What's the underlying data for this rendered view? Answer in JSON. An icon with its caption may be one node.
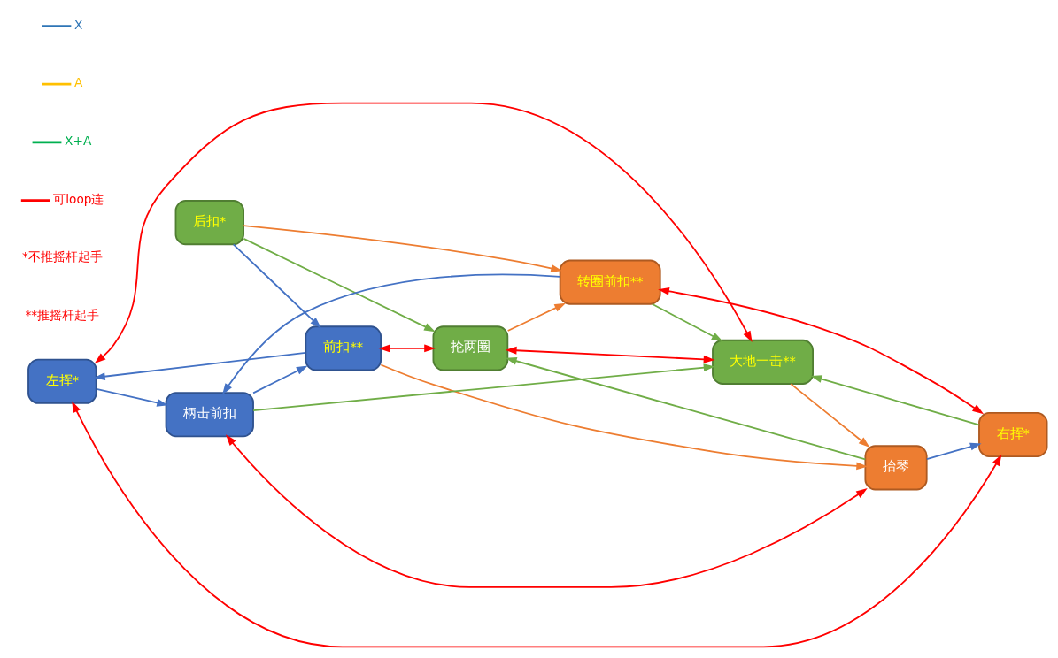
{
  "diagram": {
    "nodes": [
      {
        "text": [
          "左挥*"
        ]
      },
      {
        "text": [
          "前扣**"
        ]
      },
      {
        "text": [
          "柄击前扣"
        ]
      },
      {
        "text": [
          "右挥*"
        ]
      },
      {
        "text": [
          "后扣*"
        ]
      },
      {
        "text": [
          "大地一击**"
        ]
      },
      {
        "text": [
          "抬琴"
        ]
      },
      {
        "text": [
          "转圈前扣**"
        ]
      },
      {
        "text": [
          "抡两圈"
        ]
      }
    ],
    "edges": [
      {
        "from": 1,
        "to": 0,
        "arrow": "to",
        "color": "#4472c4"
      },
      {
        "from": 0,
        "to": 2,
        "arrow": "to",
        "color": "#4472c4"
      },
      {
        "from": 2,
        "to": 1,
        "arrow": "to",
        "color": "#4472c4"
      },
      {
        "from": 4,
        "to": 1,
        "arrow": "to",
        "color": "#4472c4"
      },
      {
        "from": 6,
        "to": 3,
        "arrow": "to",
        "color": "#4472c4"
      },
      {
        "from": 7,
        "to": 2,
        "arrow": "to",
        "color": "#4472c4"
      },
      {
        "from": 1,
        "to": 6,
        "arrow": "to",
        "color": "#ed7d31"
      },
      {
        "from": 5,
        "to": 6,
        "arrow": "to",
        "color": "#ed7d31"
      },
      {
        "from": 4,
        "to": 7,
        "arrow": "to",
        "color": "#ed7d31"
      },
      {
        "from": 8,
        "to": 7,
        "arrow": "to",
        "color": "#ed7d31"
      },
      {
        "from": 2,
        "to": 5,
        "arrow": "to",
        "color": "#70ad47"
      },
      {
        "from": 3,
        "to": 5,
        "arrow": "to",
        "color": "#70ad47"
      },
      {
        "from": 7,
        "to": 5,
        "arrow": "to",
        "color": "#70ad47"
      },
      {
        "from": 4,
        "to": 8,
        "arrow": "to",
        "color": "#70ad47"
      },
      {
        "from": 6,
        "to": 8,
        "arrow": "to",
        "color": "#70ad47"
      },
      {
        "from": 0,
        "to": 5,
        "arrow": "both",
        "color": "#ff0000"
      },
      {
        "from": 0,
        "to": 3,
        "arrow": "both",
        "color": "#ff0000"
      },
      {
        "from": 1,
        "to": 8,
        "arrow": "both",
        "color": "#ff0000"
      },
      {
        "from": 5,
        "to": 8,
        "arrow": "both",
        "color": "#ff0000"
      },
      {
        "from": 3,
        "to": 7,
        "arrow": "both",
        "color": "#ff0000"
      },
      {
        "from": 2,
        "to": 6,
        "arrow": "both",
        "color": "#ff0000"
      }
    ],
    "labels": [
      "*不推摇杆起手",
      "**推摇杆起手"
    ],
    "legend": [
      {
        "text": "X",
        "color": "#2e75b6"
      },
      {
        "text": "A",
        "color": "#ffc000"
      },
      {
        "text": "X+A",
        "color": "#00b050"
      },
      {
        "text": "可loop连",
        "color": "#ff0000"
      }
    ]
  }
}
